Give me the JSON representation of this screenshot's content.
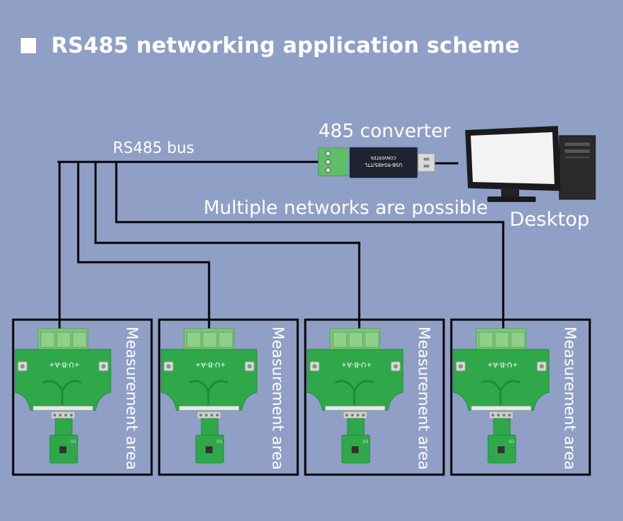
{
  "title": "RS485 networking application scheme",
  "labels": {
    "bus": "RS485 bus",
    "converter": "485 converter",
    "multiple": "Multiple networks are possible",
    "desktop": "Desktop"
  },
  "converter_text": {
    "line1": "USB-RS485/TTL",
    "line2": "CONVERTER"
  },
  "areas": [
    {
      "label": "Measurement area",
      "board": "+U-B-A+"
    },
    {
      "label": "Measurement area",
      "board": "+U-B-A+"
    },
    {
      "label": "Measurement area",
      "board": "+U-B-A+"
    },
    {
      "label": "Measurement area",
      "board": "+U-B-A+"
    }
  ],
  "colors": {
    "background": "#8f9fc6",
    "wire": "#000000",
    "pcb": "#2fa84a",
    "terminal": "#7ec77a",
    "text": "#ffffff"
  }
}
